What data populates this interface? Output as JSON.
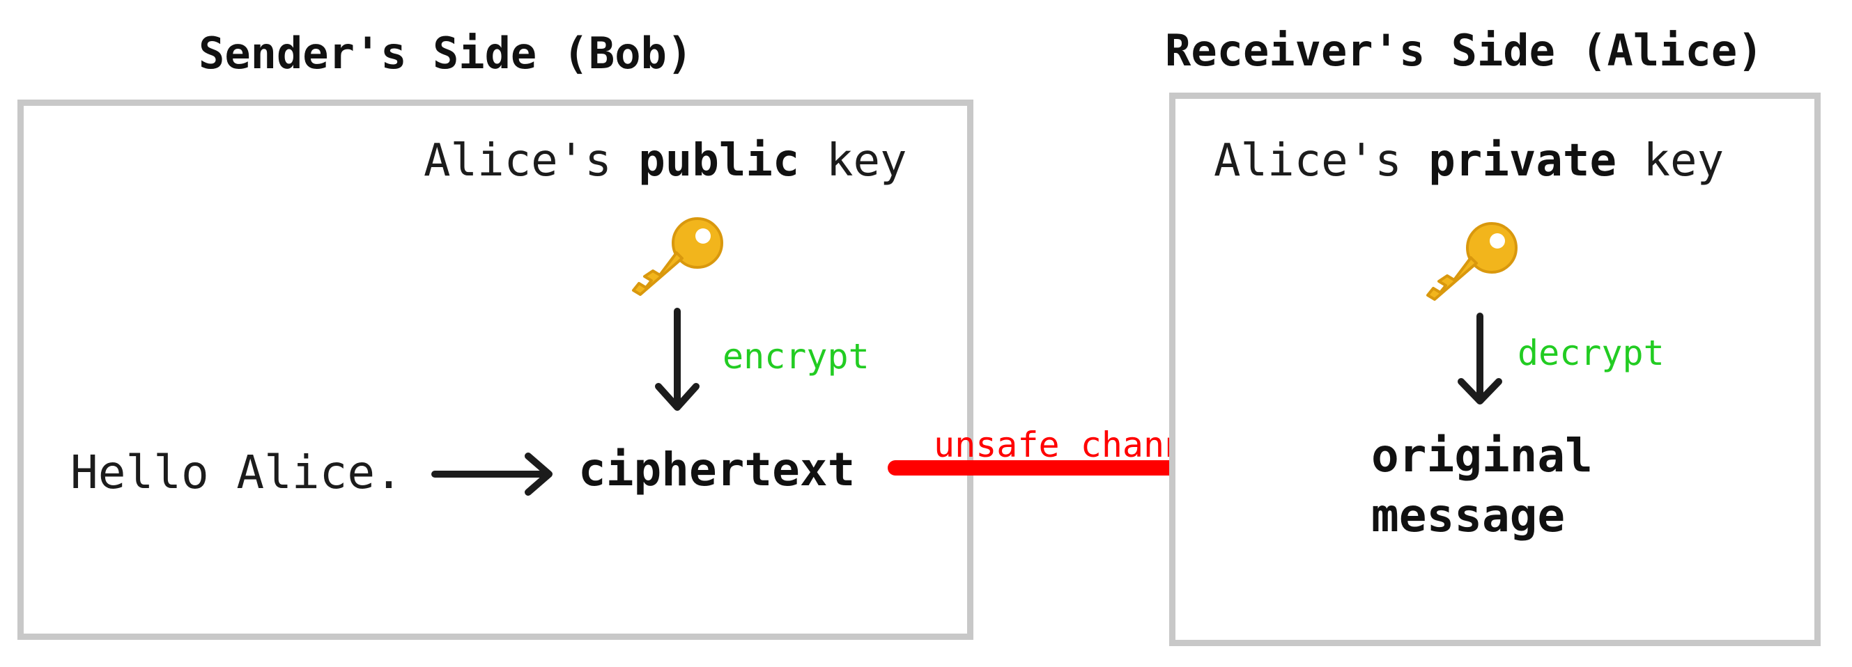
{
  "sender": {
    "title": "Sender's Side (Bob)",
    "key_owner": "Alice's",
    "key_kind": "public",
    "key_suffix": "key",
    "action_label": "encrypt",
    "plaintext": "Hello Alice.",
    "ciphertext": "ciphertext"
  },
  "channel": {
    "label": "unsafe channel"
  },
  "receiver": {
    "title": "Receiver's Side (Alice)",
    "key_owner": "Alice's",
    "key_kind": "private",
    "key_suffix": "key",
    "action_label": "decrypt",
    "result_line1": "original",
    "result_line2": "message"
  },
  "colors": {
    "panel_border": "#c8c8c8",
    "action_label": "#22cc22",
    "channel": "#ff0000",
    "arrow": "#1c1c1c",
    "key_gold": "#f2b51c"
  },
  "icons": {
    "key": "key-icon"
  }
}
